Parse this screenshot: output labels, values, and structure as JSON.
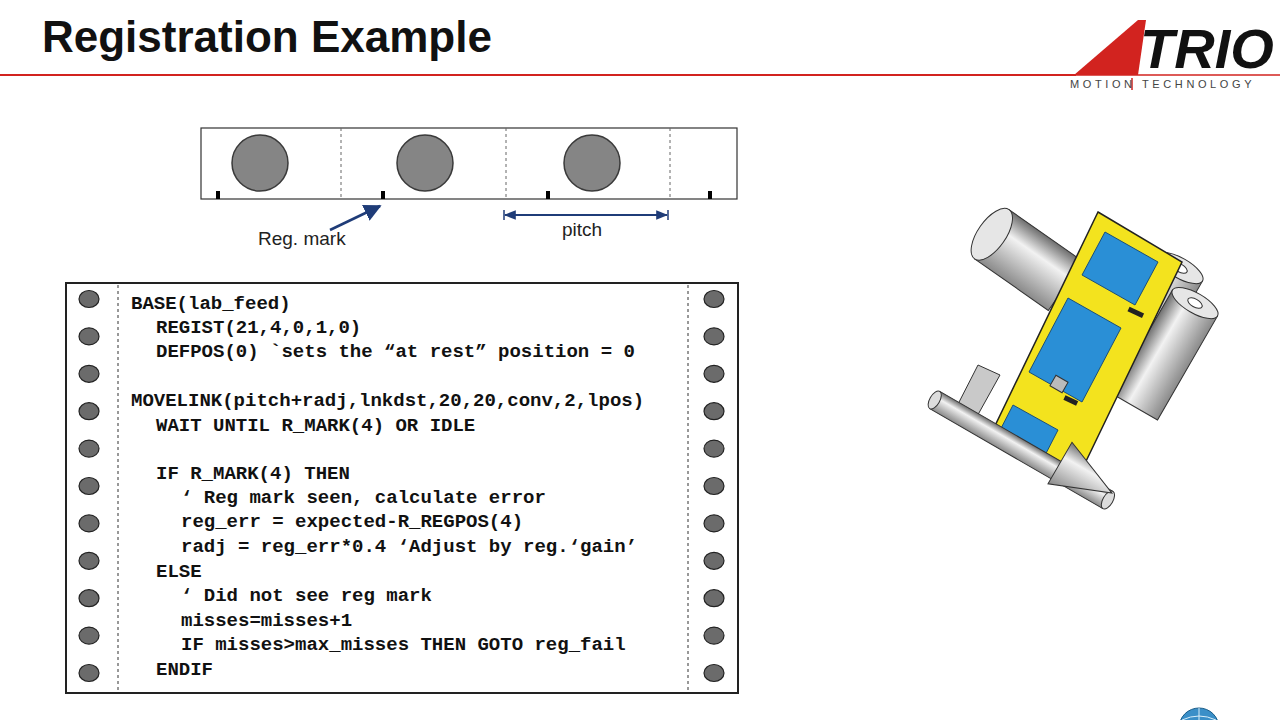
{
  "diagram": {
    "title": "Registration Example",
    "nodes": [
      {
        "text": [
          "BASE(lab_feed)",
          "REGIST(21,4,0,1,0)",
          "DEFPOS(0) `sets the “at rest” position = 0",
          "MOVELINK(pitch+radj,lnkdst,20,20,conv,2,lpos)",
          "WAIT UNTIL R_MARK(4) OR IDLE",
          "IF R_MARK(4) THEN",
          "‘ Reg mark seen, calculate error",
          "reg_err = expected-R_REGPOS(4)",
          "radj = reg_err*0.4 ‘Adjust by reg.‘gain’",
          "ELSE",
          "‘ Did not see reg mark",
          "misses=misses+1",
          "IF misses>max_misses THEN GOTO reg_fail",
          "ENDIF"
        ]
      }
    ],
    "labels": [
      "TRIO",
      "MOTION TECHNOLOGY",
      "Reg. mark",
      "pitch"
    ]
  }
}
